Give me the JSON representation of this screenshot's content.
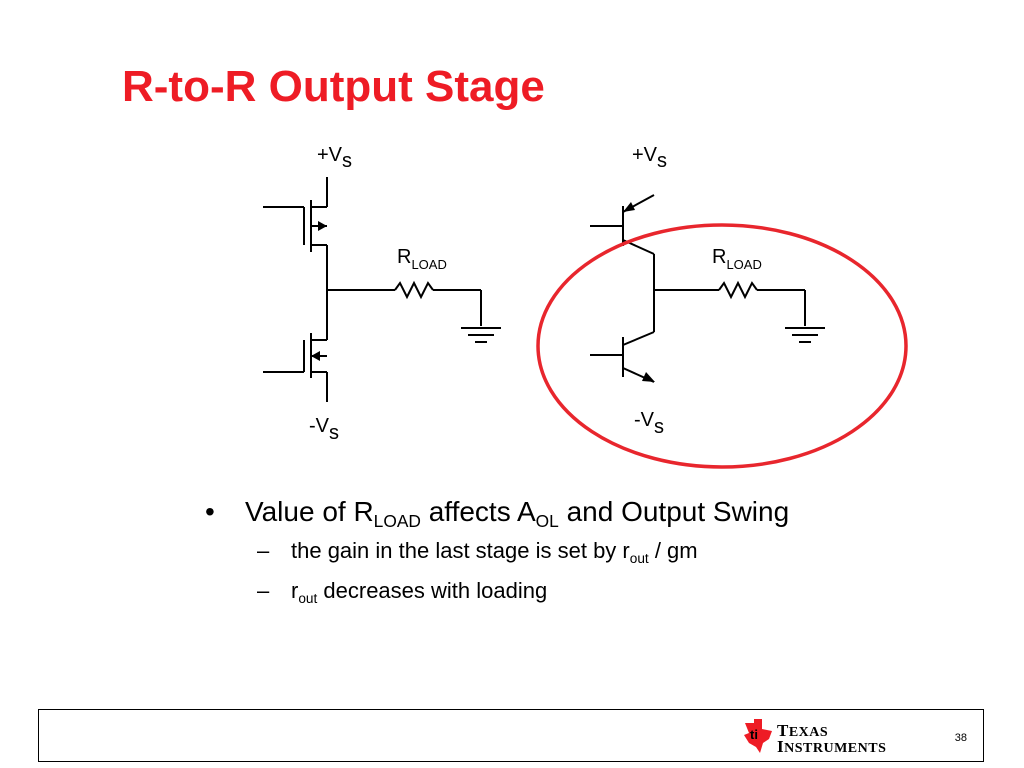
{
  "slide": {
    "title": "R-to-R Output Stage",
    "page_number": "38"
  },
  "circuit": {
    "left": {
      "top_supply": {
        "text": "+V",
        "sub": "s"
      },
      "bottom_supply": {
        "text": "-V",
        "sub": "s"
      },
      "load": {
        "text": "R",
        "sub": "LOAD"
      }
    },
    "right": {
      "top_supply": {
        "text": "+V",
        "sub": "s"
      },
      "bottom_supply": {
        "text": "-V",
        "sub": "s"
      },
      "load": {
        "text": "R",
        "sub": "LOAD"
      }
    },
    "highlight_color": "#e8262d"
  },
  "bullets": {
    "main": {
      "part1": "Value of R",
      "sub1": "LOAD",
      "part2": " affects A",
      "sub2": "OL",
      "part3": " and Output Swing"
    },
    "sub_items": [
      {
        "part1": "the gain in the last stage is set by r",
        "sub": "out",
        "part2": " / gm"
      },
      {
        "part1": "r",
        "sub": "out",
        "part2": " decreases with loading"
      }
    ]
  },
  "logo": {
    "line1_initial": "T",
    "line1_rest": "EXAS",
    "line2_initial": "I",
    "line2_rest": "NSTRUMENTS",
    "color": "#ee1c25"
  }
}
